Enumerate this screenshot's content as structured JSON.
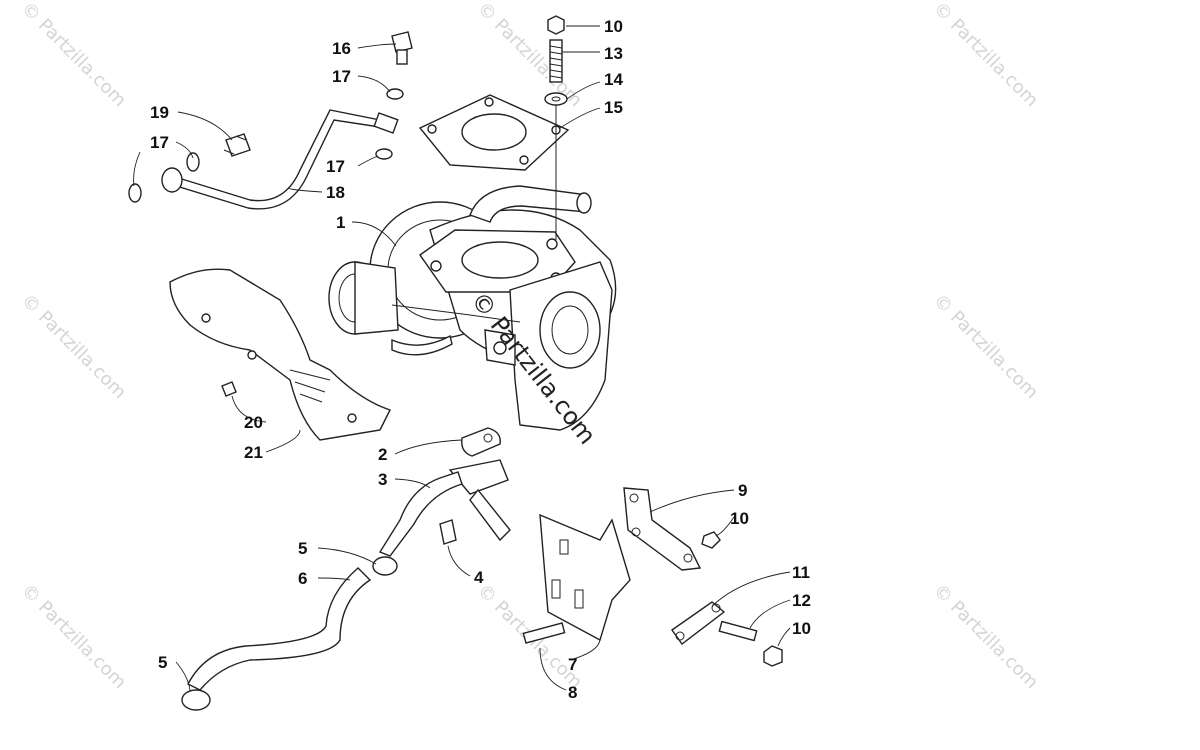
{
  "watermark": "© Partzilla.com",
  "callouts": {
    "c1": "1",
    "c2": "2",
    "c3": "3",
    "c4": "4",
    "c5a": "5",
    "c5b": "5",
    "c6": "6",
    "c7": "7",
    "c8": "8",
    "c9": "9",
    "c10a": "10",
    "c10b": "10",
    "c10c": "10",
    "c11": "11",
    "c12": "12",
    "c13": "13",
    "c14": "14",
    "c15": "15",
    "c16": "16",
    "c17a": "17",
    "c17b": "17",
    "c17c": "17",
    "c18": "18",
    "c19": "19",
    "c20": "20",
    "c21": "21"
  }
}
